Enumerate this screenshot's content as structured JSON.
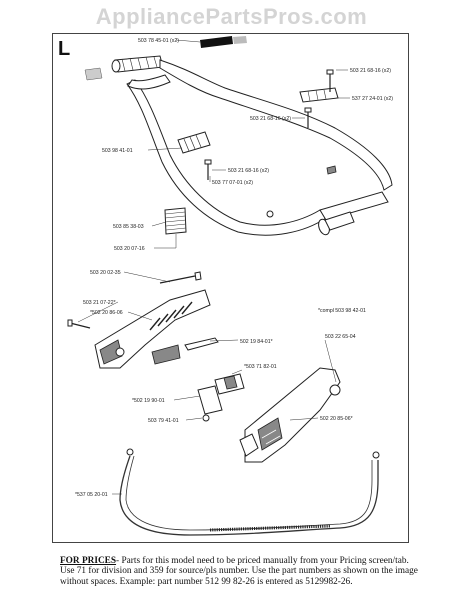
{
  "watermark": "AppliancePartsPros.com",
  "section_letter": "L",
  "parts": {
    "p1": "503 78 45-01 (x2)",
    "p2": "503 21 68-16 (x2)",
    "p3": "537 27 24-01 (x2)",
    "p4": "503 21 68-16 (x2)",
    "p5": "503 98 41-01",
    "p6": "503 21 68-16 (x2)",
    "p7": "503 77 07-01 (x2)",
    "p8": "503 85 38-03",
    "p9": "503 20 07-16",
    "p10": "503 20 02-35",
    "p11": "503 21 07-22*",
    "p12": "*502 20 86-06",
    "p13": "*compl 503 98 42-01",
    "p14": "502 19 84-01*",
    "p15": "503 22 65-04",
    "p16": "*503 71 82-01",
    "p17": "*502 19 90-01",
    "p18": "503 79 41-01",
    "p19": "502 20 85-06*",
    "p20": "*537 05 20-01"
  },
  "note": {
    "head": "FOR PRICES",
    "body": "- Parts for this model need to be priced manually from your Pricing screen/tab. Use 71 for division and 359 for source/pls number.  Use the part numbers as shown on the image without spaces.  Example: part number 512 99 82-26 is entered as 5129982-26."
  }
}
